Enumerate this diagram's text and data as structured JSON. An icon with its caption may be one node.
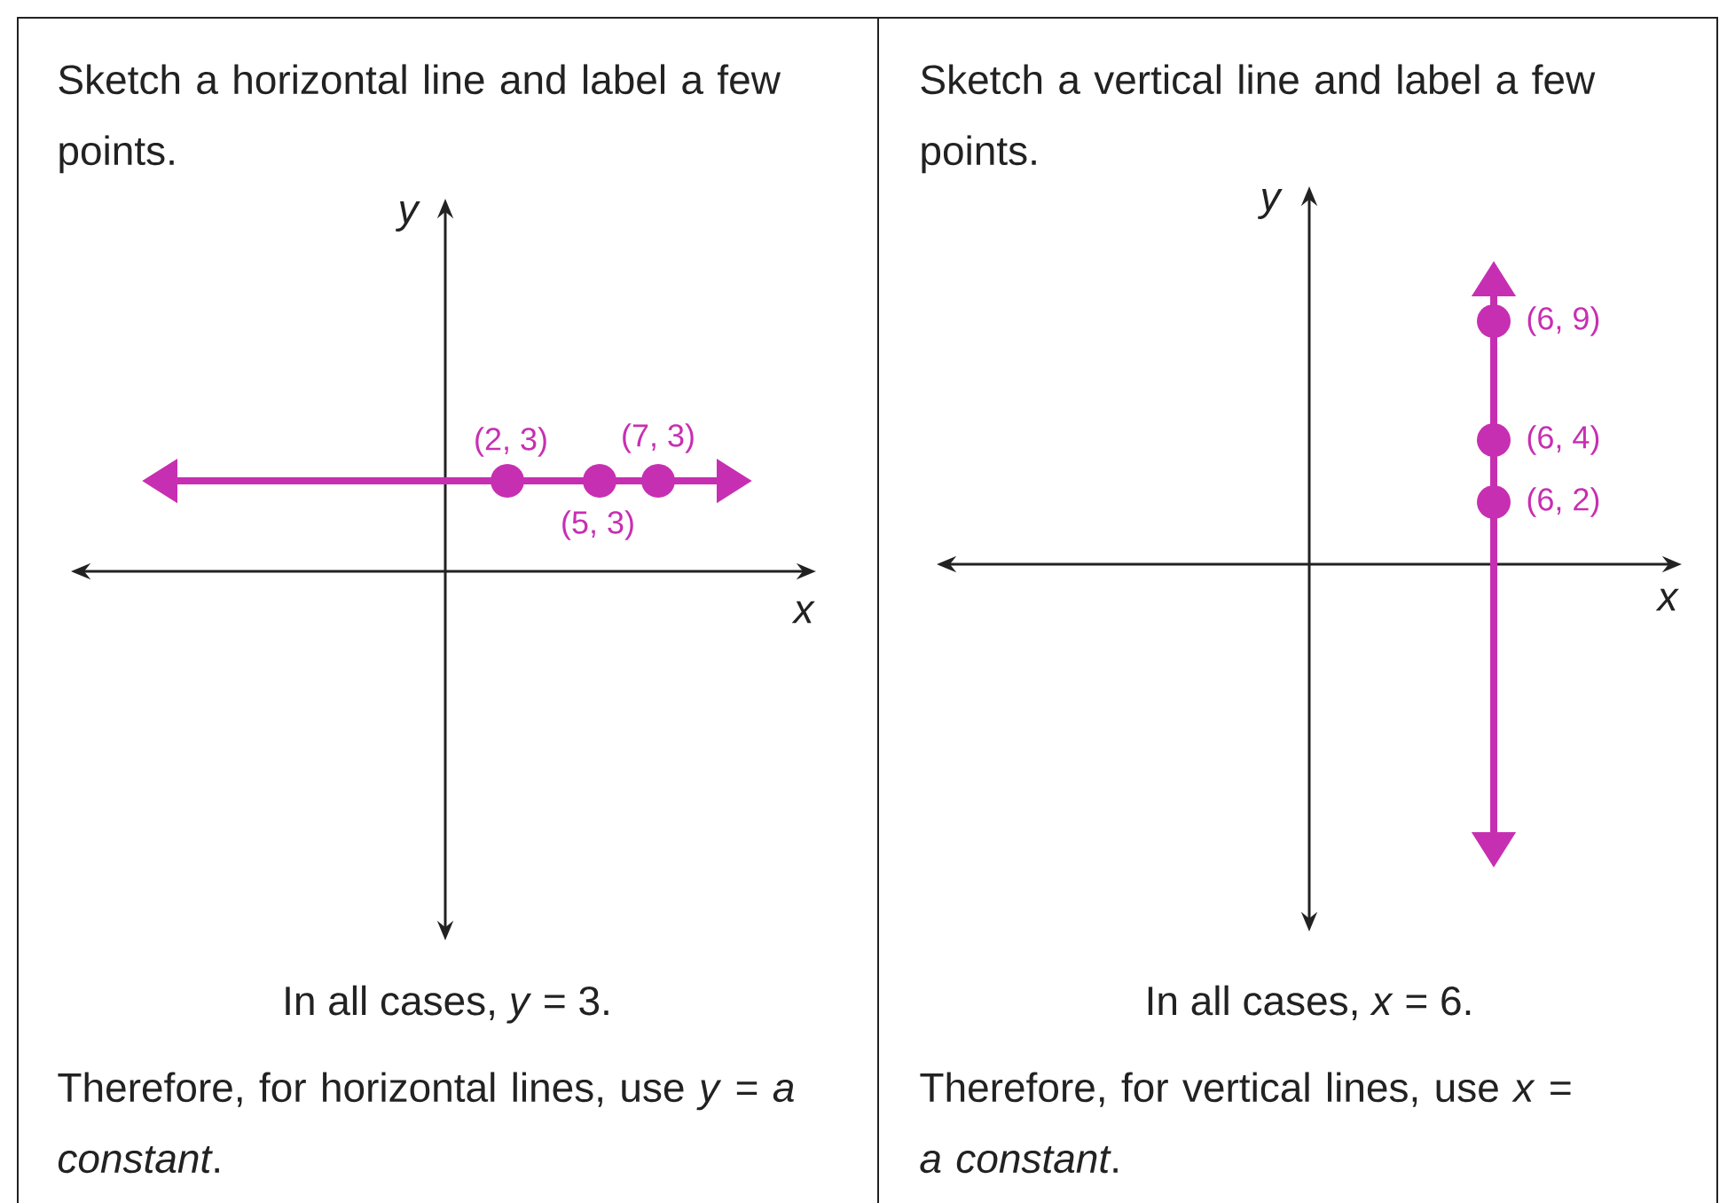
{
  "diagram": {
    "labels": [
      "Sketch a horizontal line and label a few points.",
      "Sketch a vertical line and label a few points.",
      "y",
      "(2, 3)",
      "(7, 3)",
      "(5, 3)",
      "x",
      "y",
      "(6, 9)",
      "(6, 4)",
      "(6, 2)",
      "x",
      "In all cases, *y* = 3.",
      "In all cases, *x* = 6.",
      "Therefore, for horizontal lines, use *y* = *a constant*.",
      "Therefore, for vertical lines, use *x* = *a constant*."
    ]
  }
}
